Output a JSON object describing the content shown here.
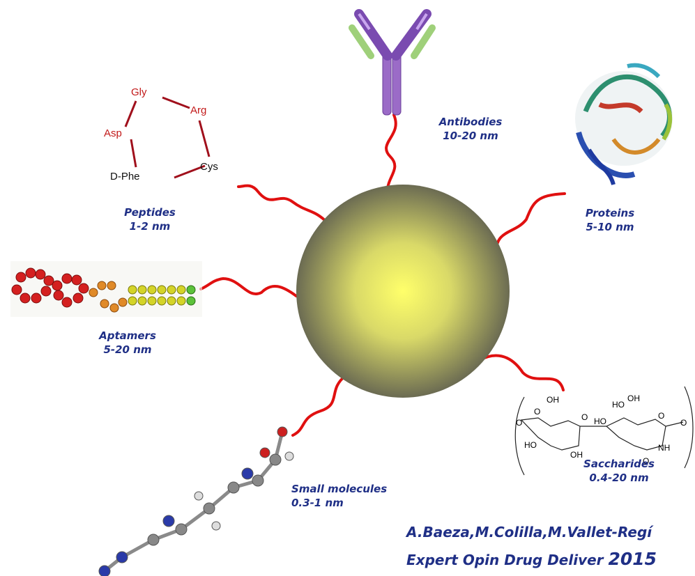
{
  "ligands": [
    {
      "name": "Antibodies",
      "size": "10-20 nm"
    },
    {
      "name": "Proteins",
      "size": "5-10 nm"
    },
    {
      "name": "Saccharides",
      "size": "0.4-20 nm"
    },
    {
      "name": "Small molecules",
      "size": "0.3-1 nm"
    },
    {
      "name": "Aptamers",
      "size": "5-20 nm"
    },
    {
      "name": "Peptides",
      "size": "1-2 nm"
    }
  ],
  "peptide_residues": [
    "Gly",
    "Arg",
    "Asp",
    "Cys",
    "D-Phe"
  ],
  "saccharide_atoms": [
    "OH",
    "O",
    "HO",
    "HO",
    "OH",
    "O",
    "HO",
    "OH",
    "O",
    "NH",
    "O",
    "O",
    "O"
  ],
  "citation": {
    "authors": "A.Baeza,M.Colilla,M.Vallet-Regí",
    "journal": "Expert Opin Drug Deliver",
    "year": "2015"
  },
  "colors": {
    "label_text": "#1f2f86",
    "linker": "#e01010",
    "amino_acid": "#c21a1a",
    "nanoparticle_center": "#ffff66",
    "nanoparticle_edge": "#6b6b52"
  }
}
